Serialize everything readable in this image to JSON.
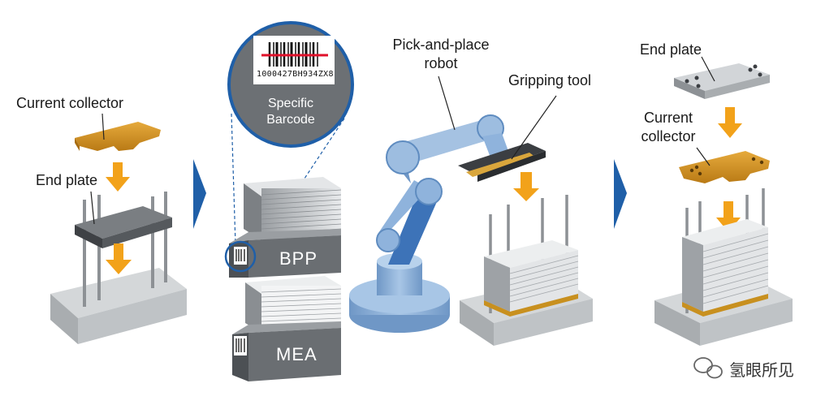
{
  "step1": {
    "current_collector_label": "Current collector",
    "end_plate_label": "End plate"
  },
  "step2": {
    "barcode_number": "1000427BH934ZX8",
    "specific_barcode_line1": "Specific",
    "specific_barcode_line2": "Barcode",
    "bpp_label": "BPP",
    "mea_label": "MEA"
  },
  "step3": {
    "robot_label_line1": "Pick-and-place",
    "robot_label_line2": "robot",
    "gripping_tool_label": "Gripping tool"
  },
  "step4": {
    "end_plate_label": "End plate",
    "current_collector_line1": "Current",
    "current_collector_line2": "collector"
  },
  "watermark": {
    "text": "氢眼所见"
  },
  "colors": {
    "arrow_orange": "#f2a21a",
    "chevron_blue": "#1f5fa8",
    "base_gray": "#bfc3c6",
    "robot_blue": "#8fb3dc",
    "collector_gold": "#d4962a",
    "plate_dark": "#55595d"
  }
}
